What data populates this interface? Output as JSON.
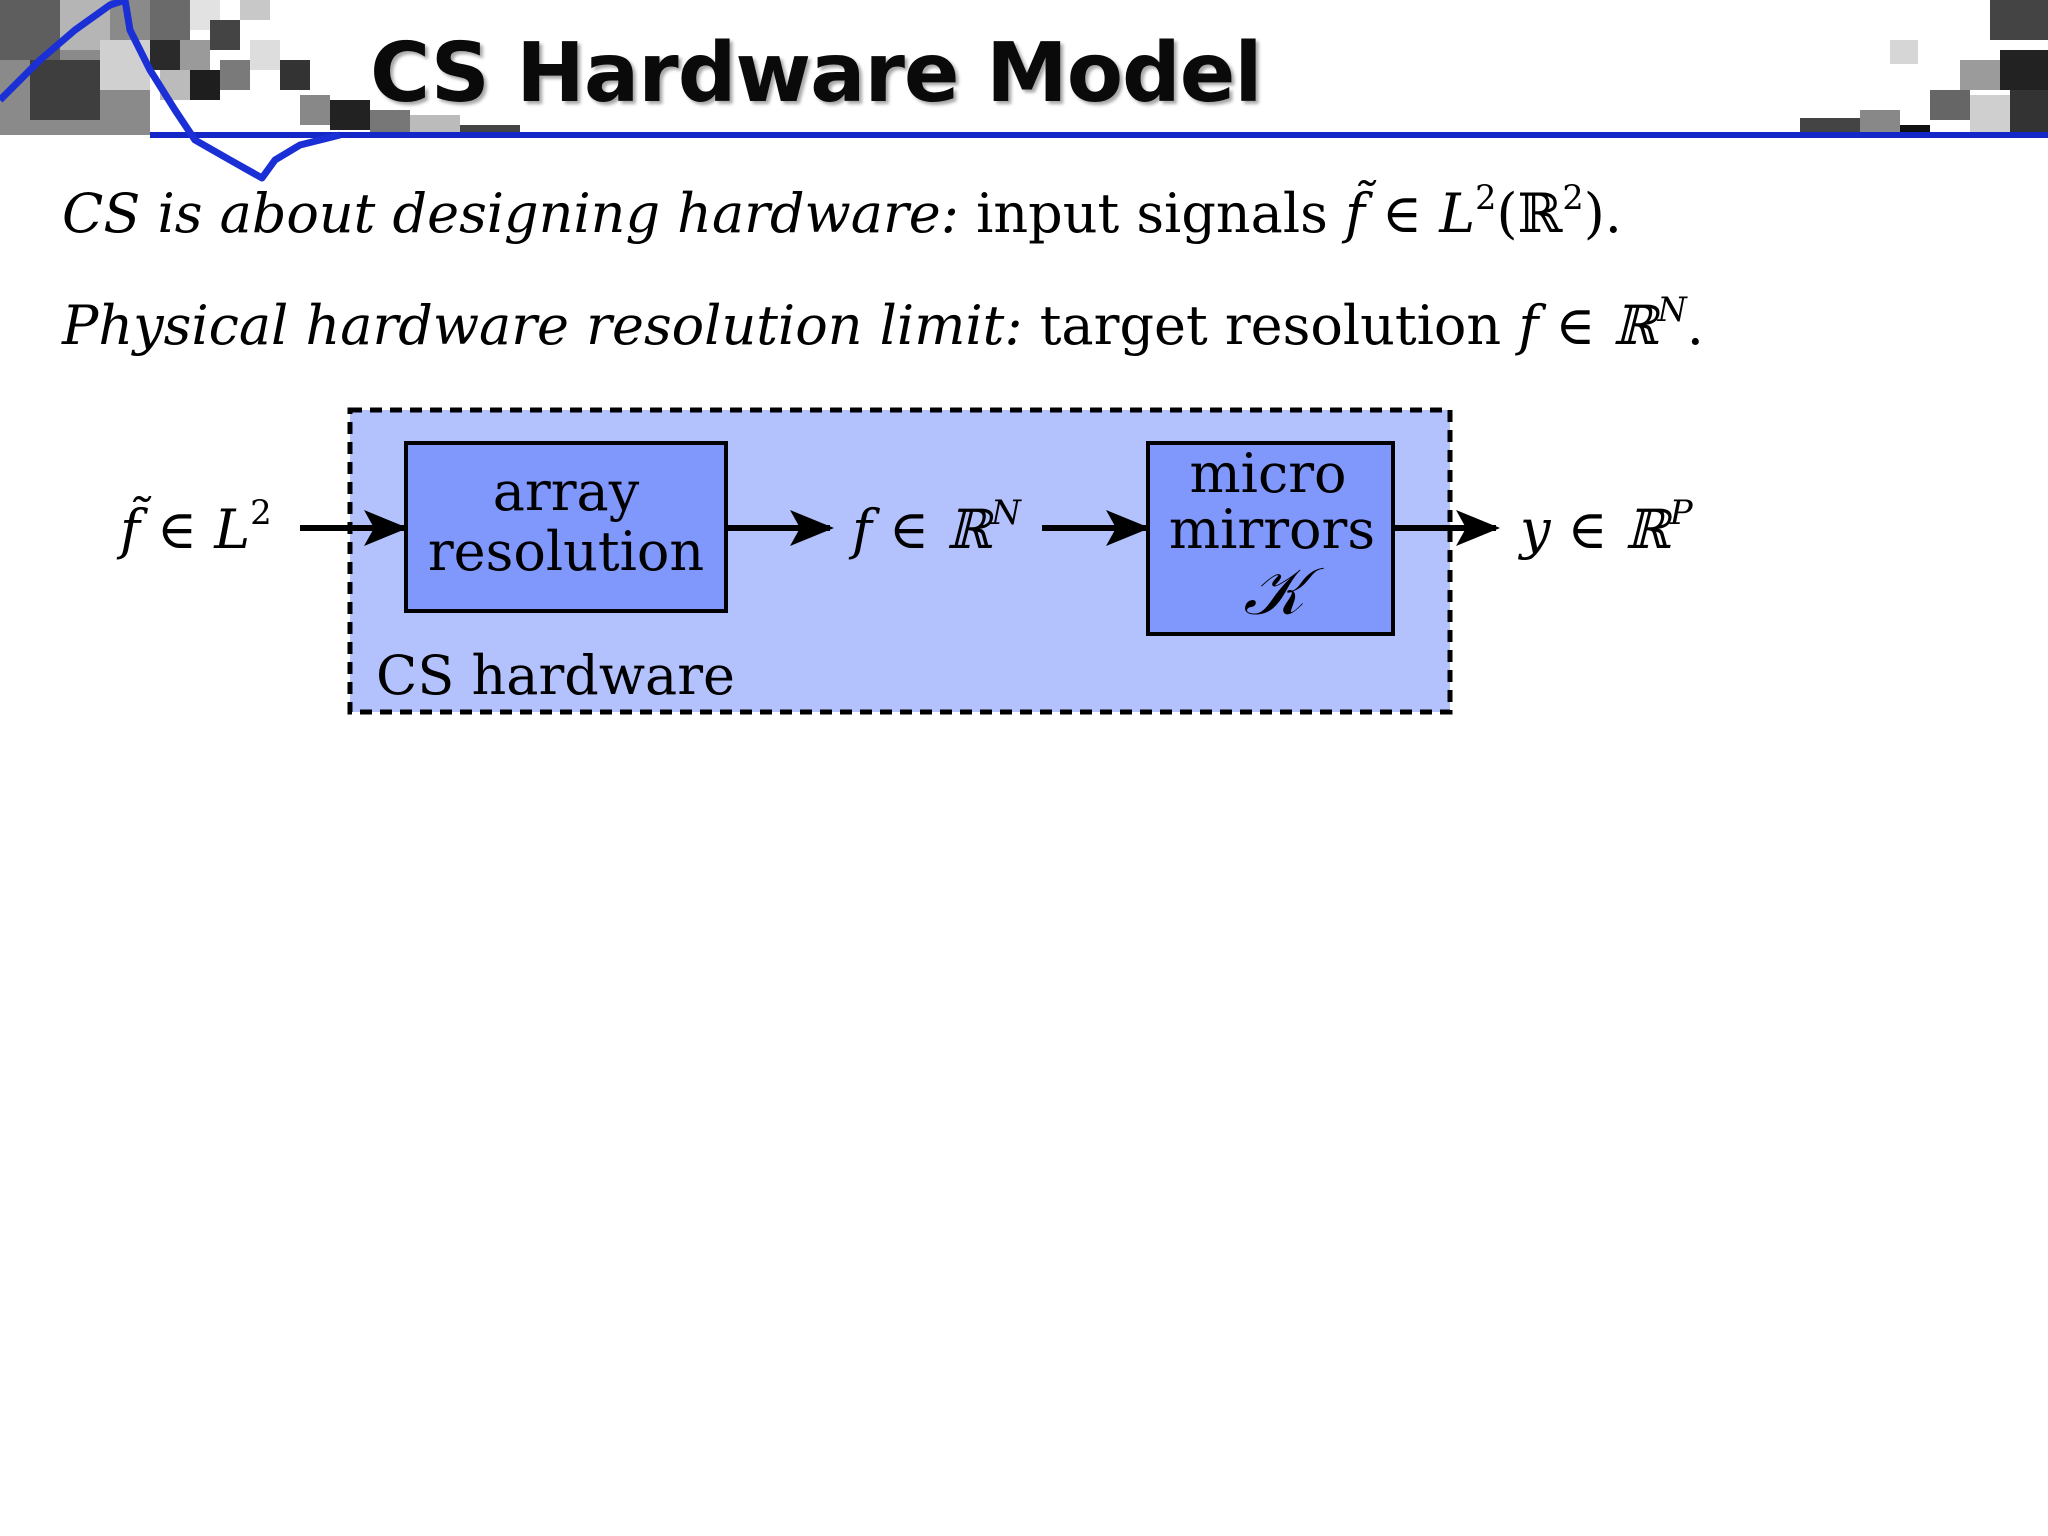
{
  "slide": {
    "title": "CS Hardware Model",
    "line_1": {
      "italic": "CS is about designing hardware:",
      "text": "input signals",
      "math": "f̃ ∈ L",
      "sup": "2",
      "math_tail": "(ℝ",
      "sup2": "2",
      "end": ")."
    },
    "line_2": {
      "italic": "Physical hardware resolution limit:",
      "text": "target resolution",
      "math": "f ∈ ℝ",
      "sup": "N",
      "end": "."
    }
  },
  "diagram": {
    "input": {
      "base": "f̃ ∈ L",
      "sup": "2"
    },
    "block_1": {
      "line_1": "array",
      "line_2": "resolution"
    },
    "middle": {
      "base": "f ∈ ℝ",
      "sup": "N"
    },
    "block_2": {
      "line_1": "micro",
      "line_2": "mirrors",
      "symbol": "𝒦"
    },
    "output": {
      "base": "y ∈ ℝ",
      "sup": "P"
    },
    "container_label": "CS hardware",
    "colors": {
      "container": "#b3c2fd",
      "block": "#8097fb",
      "border": "#000000",
      "header_line": "#1428c8"
    }
  }
}
